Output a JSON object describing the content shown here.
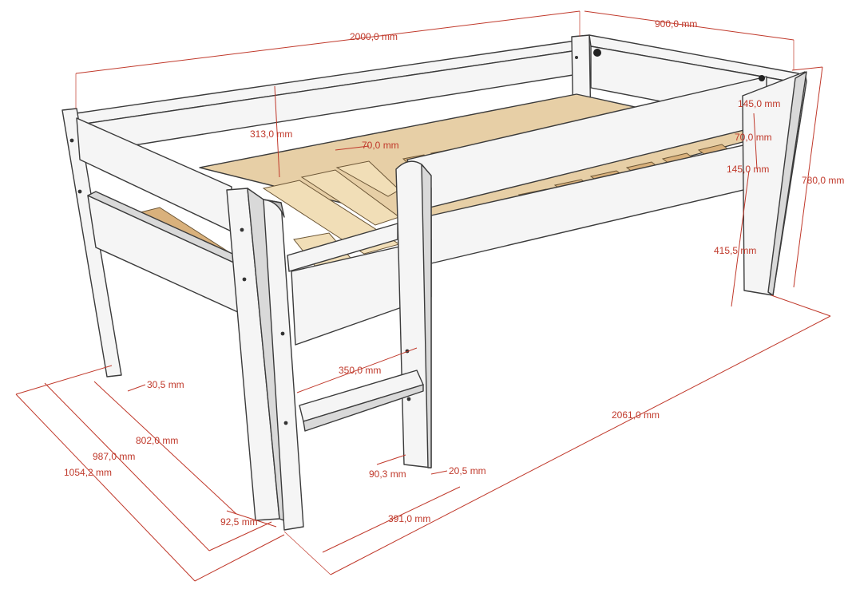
{
  "colors": {
    "dimension": "#c0392b",
    "wood": "#e7cfa6",
    "frame": "#f5f5f5",
    "outline": "#3b3b3b"
  },
  "dimensions": {
    "overall_length": "2000,0 mm",
    "overall_width": "900,0 mm",
    "rail_height": "313,0 mm",
    "slat_width": "70,0 mm",
    "side_board_top": "145,0 mm",
    "side_gap": "70,0 mm",
    "side_board_bottom": "145,0 mm",
    "total_height": "780,0 mm",
    "under_clearance": "415,5 mm",
    "leg_thickness": "30,5 mm",
    "inner_width": "802,0 mm",
    "outer_width": "987,0 mm",
    "total_depth": "1054,2 mm",
    "leg_width": "92,5 mm",
    "ladder_step": "350,0 mm",
    "ladder_post": "90,3 mm",
    "ladder_post_thickness": "20,5 mm",
    "ladder_depth": "391,0 mm",
    "total_length_with_ladder": "2061,0 mm"
  }
}
